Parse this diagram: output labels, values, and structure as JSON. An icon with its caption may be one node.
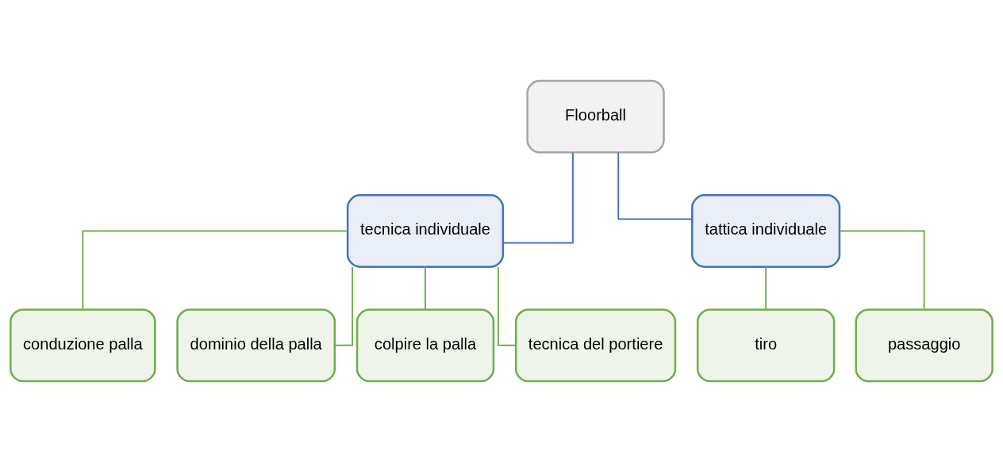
{
  "diagram": {
    "nodes": [
      {
        "text": [
          "Floorball"
        ]
      },
      {
        "text": [
          "tecnica individuale"
        ]
      },
      {
        "text": [
          "tattica individuale"
        ]
      },
      {
        "text": [
          "conduzione palla"
        ]
      },
      {
        "text": [
          "dominio della palla"
        ]
      },
      {
        "text": [
          "colpire la palla"
        ]
      },
      {
        "text": [
          "tecnica del portiere"
        ]
      },
      {
        "text": [
          "tiro"
        ]
      },
      {
        "text": [
          "passaggio"
        ]
      }
    ],
    "edges": [
      {
        "from": 0,
        "to": 1,
        "arrow": "none",
        "color": "#4472c4"
      },
      {
        "from": 0,
        "to": 2,
        "arrow": "none",
        "color": "#4472c4"
      },
      {
        "from": 1,
        "to": 3,
        "arrow": "none"
      },
      {
        "from": 1,
        "to": 4,
        "arrow": "none"
      },
      {
        "from": 1,
        "to": 5,
        "arrow": "none"
      },
      {
        "from": 1,
        "to": 6,
        "arrow": "none"
      },
      {
        "from": 2,
        "to": 7,
        "arrow": "none"
      },
      {
        "from": 2,
        "to": 8,
        "arrow": "none"
      }
    ]
  }
}
